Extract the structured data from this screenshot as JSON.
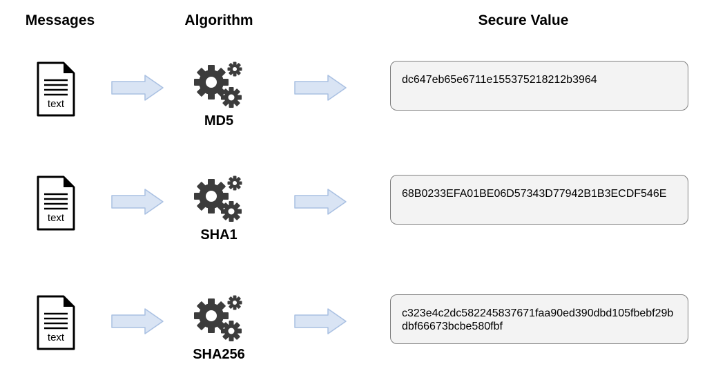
{
  "headers": {
    "messages": "Messages",
    "algorithm": "Algorithm",
    "secure_value": "Secure Value"
  },
  "rows": [
    {
      "doc_label": "text",
      "algorithm": "MD5",
      "value": "dc647eb65e6711e155375218212b3964"
    },
    {
      "doc_label": "text",
      "algorithm": "SHA1",
      "value": "68B0233EFA01BE06D57343D77942B1B3ECDF546E"
    },
    {
      "doc_label": "text",
      "algorithm": "SHA256",
      "value": "c323e4c2dc582245837671faa90ed390dbd105fbebf29bdbf66673bcbe580fbf"
    }
  ],
  "colors": {
    "arrow_fill": "#d9e4f4",
    "arrow_stroke": "#a9c0e2",
    "gear": "#3c3c3c",
    "box_fill": "#f3f3f3",
    "box_border": "#7f7f7f"
  },
  "icons": {
    "document": "text-document-icon",
    "algorithm": "gears-icon",
    "flow": "right-arrow-icon"
  }
}
